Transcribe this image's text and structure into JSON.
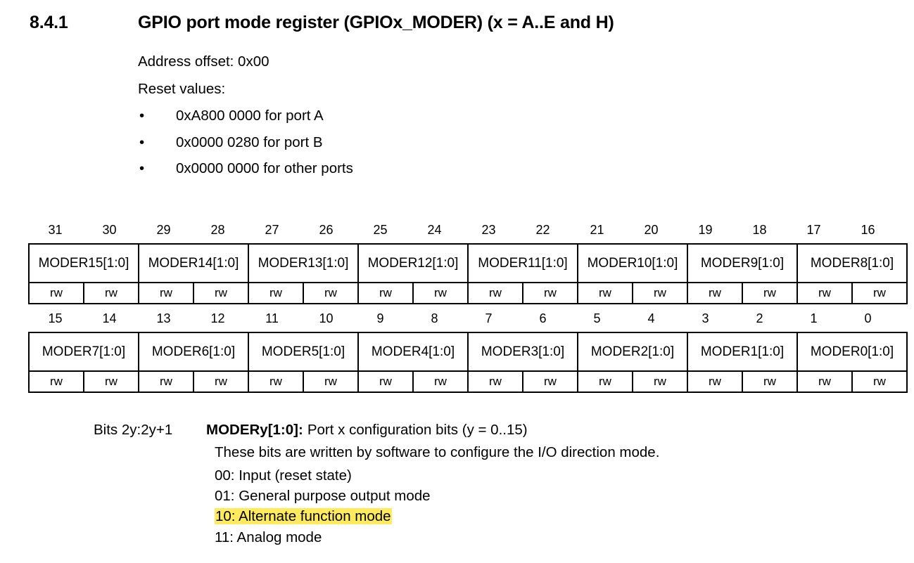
{
  "heading": {
    "section_number": "8.4.1",
    "title": "GPIO port mode register (GPIOx_MODER) (x = A..E and H)"
  },
  "intro": {
    "address_offset": "Address offset: 0x00",
    "reset_values_label": "Reset values:",
    "bullet_glyph": "•",
    "reset_values": [
      "0xA800 0000 for port A",
      "0x0000 0280 for port B",
      "0x0000 0000 for other ports"
    ]
  },
  "register_tables": [
    {
      "id": "high",
      "bit_numbers": [
        "31",
        "30",
        "29",
        "28",
        "27",
        "26",
        "25",
        "24",
        "23",
        "22",
        "21",
        "20",
        "19",
        "18",
        "17",
        "16"
      ],
      "fields": [
        "MODER15[1:0]",
        "MODER14[1:0]",
        "MODER13[1:0]",
        "MODER12[1:0]",
        "MODER11[1:0]",
        "MODER10[1:0]",
        "MODER9[1:0]",
        "MODER8[1:0]"
      ],
      "access": [
        "rw",
        "rw",
        "rw",
        "rw",
        "rw",
        "rw",
        "rw",
        "rw",
        "rw",
        "rw",
        "rw",
        "rw",
        "rw",
        "rw",
        "rw",
        "rw"
      ]
    },
    {
      "id": "low",
      "bit_numbers": [
        "15",
        "14",
        "13",
        "12",
        "11",
        "10",
        "9",
        "8",
        "7",
        "6",
        "5",
        "4",
        "3",
        "2",
        "1",
        "0"
      ],
      "fields": [
        "MODER7[1:0]",
        "MODER6[1:0]",
        "MODER5[1:0]",
        "MODER4[1:0]",
        "MODER3[1:0]",
        "MODER2[1:0]",
        "MODER1[1:0]",
        "MODER0[1:0]"
      ],
      "access": [
        "rw",
        "rw",
        "rw",
        "rw",
        "rw",
        "rw",
        "rw",
        "rw",
        "rw",
        "rw",
        "rw",
        "rw",
        "rw",
        "rw",
        "rw",
        "rw"
      ]
    }
  ],
  "description": {
    "bits_label": "Bits 2y:2y+1",
    "field_name": "MODERy[1:0]:",
    "field_summary": "Port x configuration bits (y = 0..15)",
    "sentence": "These bits are written by software to configure the I/O direction mode.",
    "modes": [
      {
        "text": "00: Input (reset state)",
        "highlighted": false
      },
      {
        "text": "01: General purpose output mode",
        "highlighted": false
      },
      {
        "text": "10: Alternate function mode",
        "highlighted": true
      },
      {
        "text": "11: Analog mode",
        "highlighted": false
      }
    ],
    "highlight_color": "#ffeb5c"
  }
}
